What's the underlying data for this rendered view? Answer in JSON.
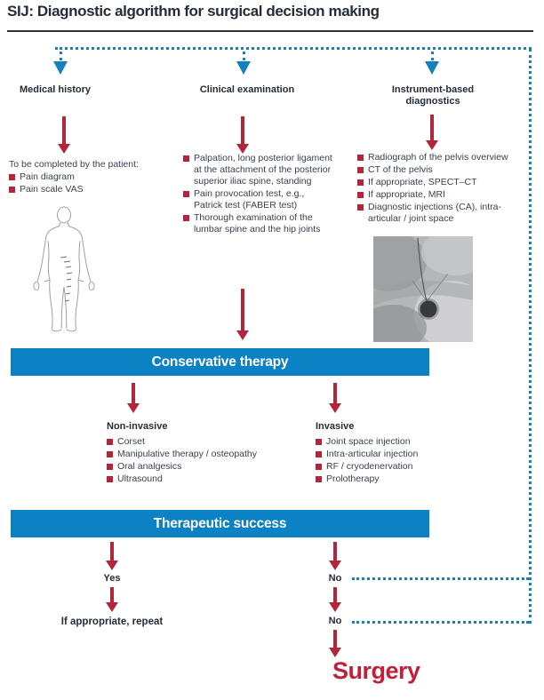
{
  "title": "SIJ: Diagnostic algorithm for surgical decision making",
  "flow": {
    "columns": [
      {
        "header": "Medical history",
        "intro": "To be completed by the patient:",
        "items": [
          "Pain diagram",
          "Pain scale VAS"
        ]
      },
      {
        "header": "Clinical examination",
        "items": [
          "Palpation, long posterior ligament at the attachment of the posterior superior iliac spine, standing",
          "Pain provocation test, e.g., Patrick test (FABER test)",
          "Thorough examination of the lumbar spine and the hip joints"
        ]
      },
      {
        "header": "Instrument-based diagnostics",
        "items": [
          "Radiograph of the pelvis overview",
          "CT of the pelvis",
          "If appropriate, SPECT–CT",
          "If appropriate, MRI",
          "Diagnostic injections (CA), intra-articular / joint space"
        ]
      }
    ],
    "banner_conservative": "Conservative therapy",
    "non_invasive": {
      "header": "Non-invasive",
      "items": [
        "Corset",
        "Manipulative therapy / osteopathy",
        "Oral analgesics",
        "Ultrasound"
      ]
    },
    "invasive": {
      "header": "Invasive",
      "items": [
        "Joint space injection",
        "Intra-articular injection",
        "RF / cryodenervation",
        "Prolotherapy"
      ]
    },
    "banner_success": "Therapeutic success",
    "outcome_yes": "Yes",
    "outcome_no": "No",
    "repeat_label": "If appropriate, repeat",
    "outcome_no2": "No",
    "surgery_label": "Surgery"
  },
  "images": {
    "body_figure": "pain-diagram-body-outline",
    "xray": "sij-injection-fluoroscopy"
  },
  "colors": {
    "banner_blue": "#0c81c3",
    "dotted_blue": "#1580bf",
    "arrow_red": "#b2253a",
    "surgery_red": "#c2203a",
    "text_dark": "#252d39",
    "text_body": "#3a4150"
  }
}
